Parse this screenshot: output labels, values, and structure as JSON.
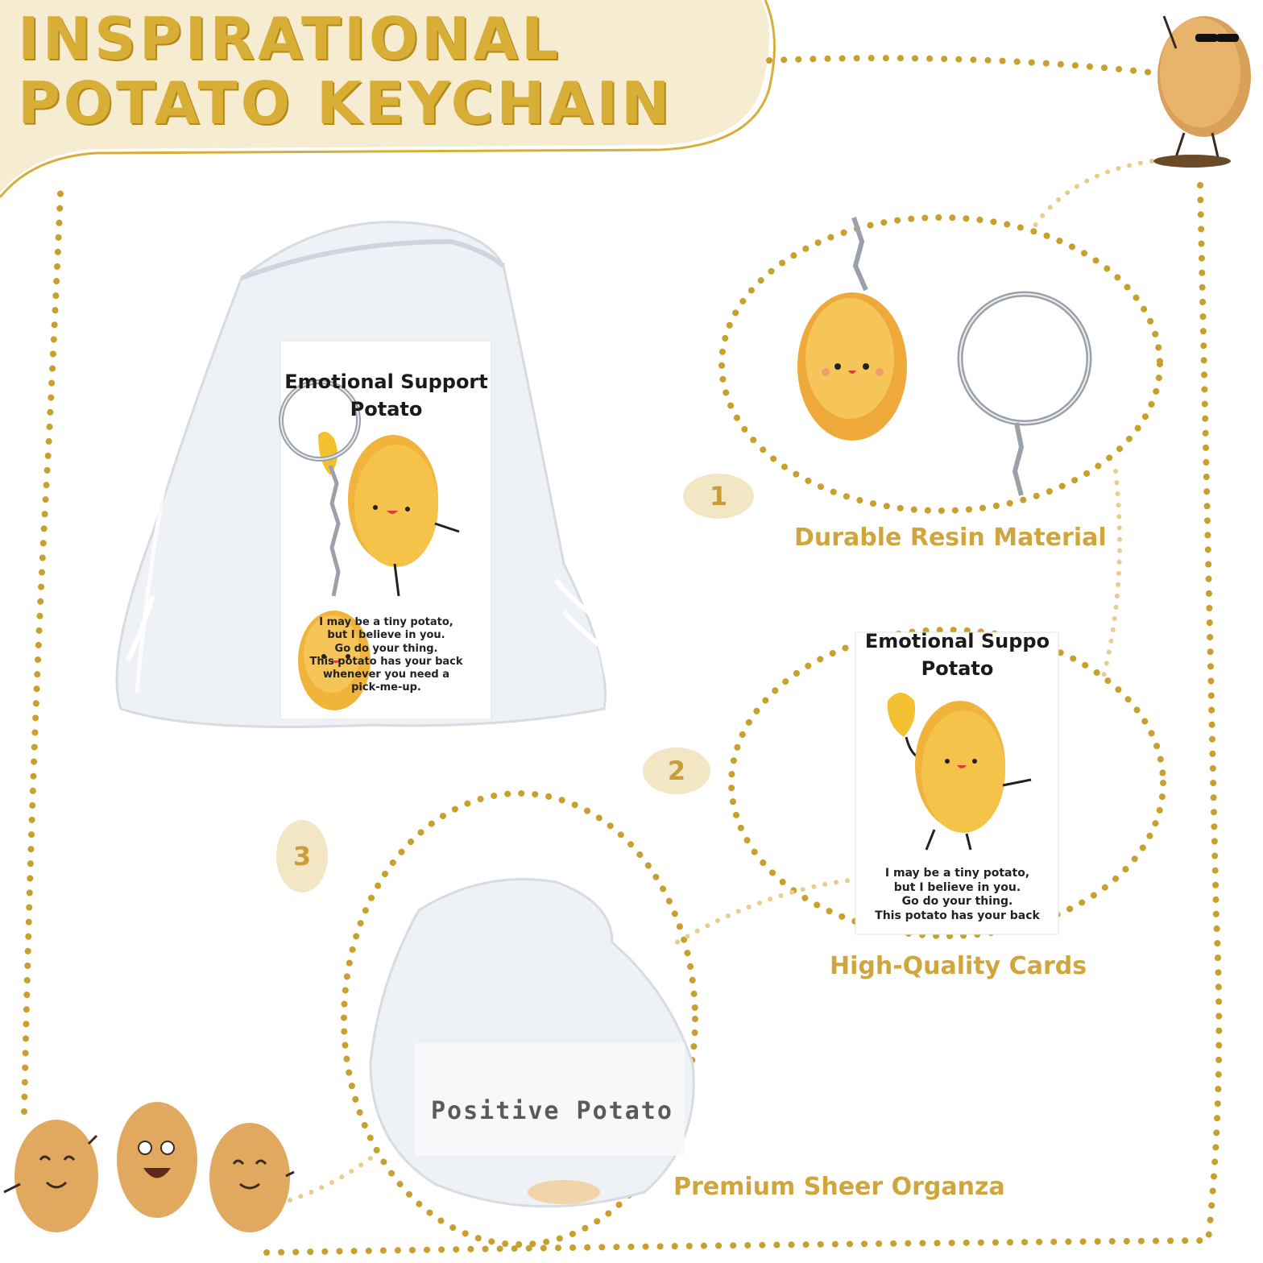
{
  "header": {
    "title_line1": "INSPIRATIONAL",
    "title_line2": "POTATO KEYCHAIN"
  },
  "main_card": {
    "title_line1": "Emotional Support",
    "title_line2": "Potato",
    "message_lines": [
      "I may be a tiny potato,",
      "but I believe in you.",
      "Go do your thing.",
      "This potato has your back",
      "whenever you need a",
      "pick-me-up."
    ]
  },
  "features": [
    {
      "number": "1",
      "label": "Durable Resin Material"
    },
    {
      "number": "2",
      "label": "High-Quality Cards"
    },
    {
      "number": "3",
      "label": "Premium Sheer Organza"
    }
  ],
  "detail_card": {
    "title_line1": "Emotional Suppo",
    "title_line2": "Potato",
    "message_lines": [
      "I may be a tiny potato,",
      "but I believe in you.",
      "Go do your thing.",
      "This potato has your back"
    ]
  },
  "bag_label": "Positive Potato",
  "colors": {
    "gold": "#d8ae36",
    "dots": "#c9a02e",
    "badge_bg": "#f3e6c5",
    "banner_bg": "#f6ecd2",
    "potato": "#f0b33c"
  },
  "icons": [
    "potato-mascot-sunglasses-icon",
    "potato-mascots-group-icon",
    "keyring-icon",
    "resin-potato-charm-icon"
  ]
}
